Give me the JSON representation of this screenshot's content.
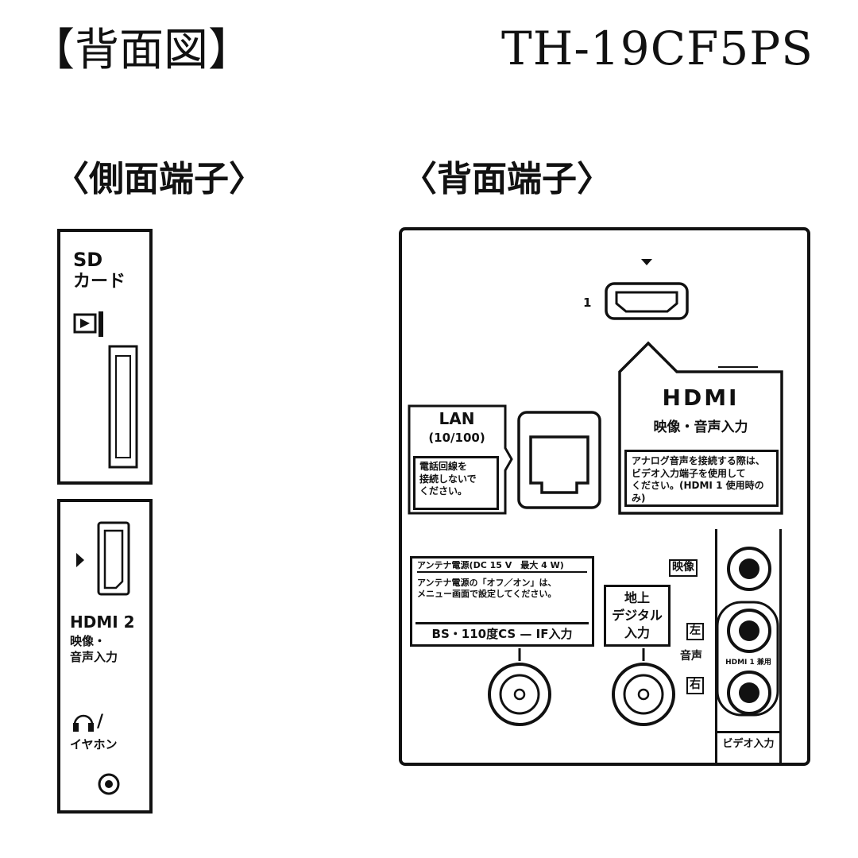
{
  "header": {
    "title": "【背面図】",
    "model": "TH-19CF5PS"
  },
  "side": {
    "title": "〈側面端子〉",
    "sd_label_1": "SD",
    "sd_label_2": "カード",
    "hdmi2_label": "HDMI 2",
    "hdmi2_sub_1": "映像・",
    "hdmi2_sub_2": "音声入力",
    "earphone_sep": "/",
    "earphone_label": "イヤホン"
  },
  "rear": {
    "title": "〈背面端子〉",
    "hdmi1_number": "1",
    "hdmi_logo": "HDMI",
    "hdmi_sub": "映像・音声入力",
    "hdmi_note": "アナログ音声を接続する際は、\nビデオ入力端子を使用して\nください。(HDMI 1 使用時のみ)",
    "lan_title": "LAN",
    "lan_speed": "(10/100)",
    "lan_note": "電話回線を\n接続しないで\nください。",
    "antenna_header": "アンテナ電源(DC 15 V　最大 4 W)",
    "antenna_note": "アンテナ電源の「オフ／オン」は、\nメニュー画面で設定してください。",
    "bs_label": "BS・110度CS — IF入力",
    "terrestrial_label_1": "地上",
    "terrestrial_label_2": "デジタル",
    "terrestrial_label_3": "入力",
    "video_label": "映像",
    "audio_left": "左",
    "audio_label": "音声",
    "audio_right": "右",
    "hdmi1_audio_label": "HDMI 1 兼用",
    "video_input_label": "ビデオ入力"
  }
}
